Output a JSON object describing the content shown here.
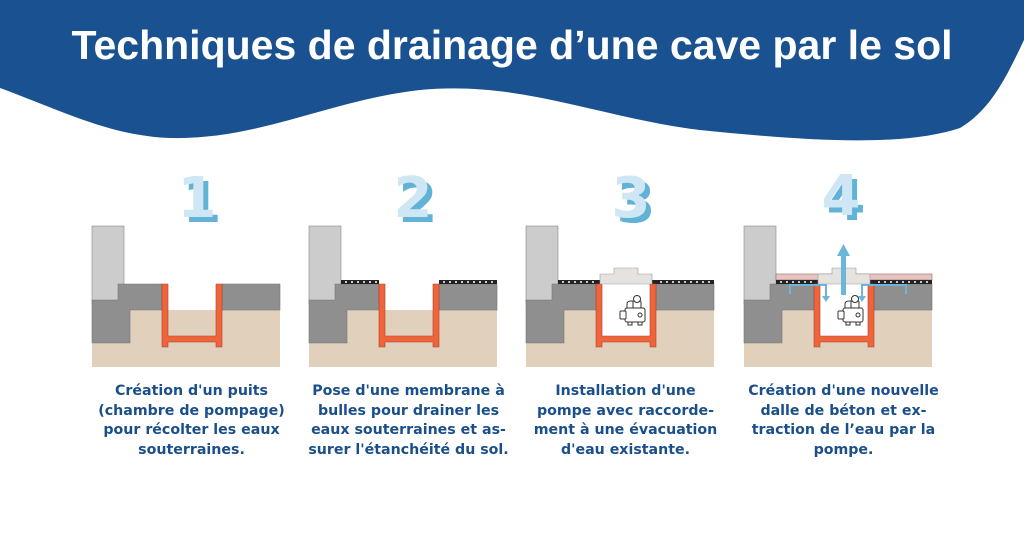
{
  "header": {
    "title": "Techniques de drainage d’une cave par le sol",
    "background_color": "#1a5190",
    "text_color": "#ffffff"
  },
  "colors": {
    "wall": "#cccccc",
    "concrete": "#8f8f8f",
    "soil": "#e0d0bc",
    "pit": "#ef643a",
    "membrane": "#222222",
    "lid": "#e6e2e0",
    "new_slab": "#e8c4c0",
    "water": "#6bb6d9",
    "number_face": "#cfe7f4",
    "number_side": "#62b1d6",
    "caption": "#1a4f8b"
  },
  "steps": [
    {
      "number": "1",
      "caption": "Création d'un puits (chambre de pompage) pour récolter les eaux souterraines.",
      "lines": [
        "Création d'un puits",
        "(chambre de pompage)",
        "pour récolter les eaux",
        "souterraines."
      ]
    },
    {
      "number": "2",
      "caption": "Pose d'une membrane à bulles pour drainer les eaux souterraines et assurer l'étanchéité du sol.",
      "lines": [
        "Pose d'une membrane à",
        "bulles pour drainer les",
        "eaux souterraines et as-",
        "surer l'étanchéité du sol."
      ]
    },
    {
      "number": "3",
      "caption": "Installation d'une pompe avec raccordement à une évacuation d'eau existante.",
      "lines": [
        "Installation d'une",
        "pompe avec raccorde-",
        "ment à une évacuation",
        "d'eau existante."
      ]
    },
    {
      "number": "4",
      "caption": "Création d'une nouvelle dalle de béton et extraction de l’eau par la pompe.",
      "lines": [
        "Création d'une nouvelle",
        "dalle de béton et ex-",
        "traction de l’eau par la",
        "pompe."
      ]
    }
  ]
}
